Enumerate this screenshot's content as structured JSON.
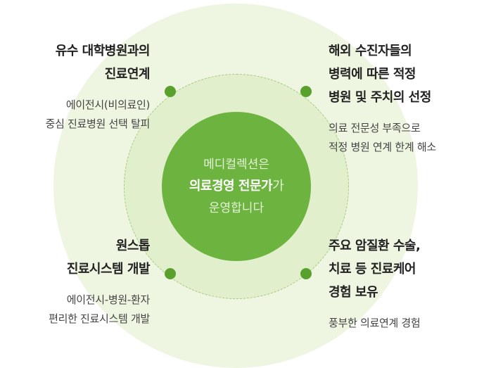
{
  "center": {
    "line1": "메디컬렉션은",
    "line2_strong": "의료경영 전문가",
    "line2_light": "가",
    "line3": "운영합니다"
  },
  "items": [
    {
      "title": [
        "유수 대학병원과의",
        "진료연계"
      ],
      "desc": [
        "에이전시(비의료인)",
        "중심 진료병원 선택 탈피"
      ]
    },
    {
      "title": [
        "해외 수진자들의",
        "병력에 따른 적정",
        "병원 및 주치의 선정"
      ],
      "desc": [
        "의료 전문성 부족으로",
        "적정 병원 연계 한계 해소"
      ]
    },
    {
      "title": [
        "원스톱",
        "진료시스템 개발"
      ],
      "desc": [
        "에이전시-병원-환자",
        "편리한 진료시스템 개발"
      ]
    },
    {
      "title": [
        "주요 암질환 수술,",
        "치료 등 진료케어",
        "경험 보유"
      ],
      "desc": [
        "풍부한 의료연계 경험"
      ]
    }
  ],
  "colors": {
    "outer": "#eef6e2",
    "middle": "#e1efcd",
    "inner": "#6db33f",
    "dot": "#5aa02c"
  }
}
